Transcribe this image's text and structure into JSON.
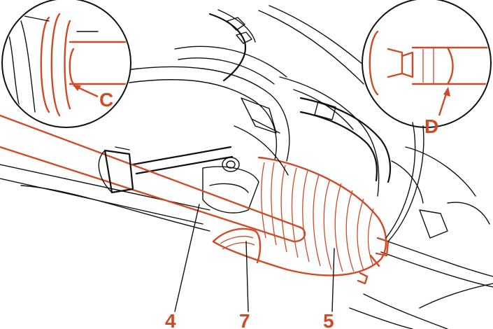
{
  "colors": {
    "accent": "#cf4a26",
    "ink": "#111111",
    "background": "#ffffff"
  },
  "callouts": [
    {
      "id": "c",
      "text": "C"
    },
    {
      "id": "d",
      "text": "D"
    },
    {
      "id": "4",
      "text": "4"
    },
    {
      "id": "7",
      "text": "7"
    },
    {
      "id": "5",
      "text": "5"
    }
  ]
}
